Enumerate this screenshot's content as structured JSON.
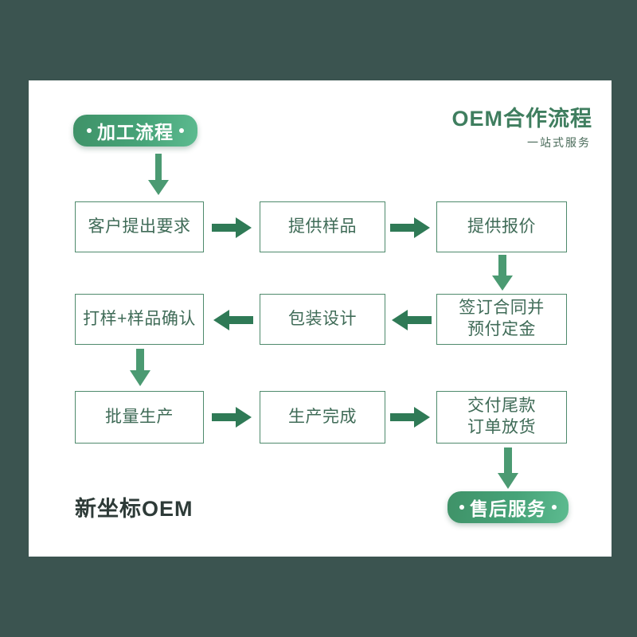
{
  "theme": {
    "background": "#3b5450",
    "card_background": "#ffffff",
    "accent_green": "#4e8a6c",
    "title_green": "#3f7e5f",
    "box_text": "#3f6b57",
    "pill_gradient_from": "#3f9268",
    "pill_gradient_to": "#5dbb90",
    "footer_text": "#2e3b38"
  },
  "header": {
    "title": "OEM合作流程",
    "subtitle": "一站式服务"
  },
  "pills": {
    "start": "加工流程",
    "end": "售后服务"
  },
  "footer": {
    "brand": "新坐标OEM"
  },
  "flow": {
    "rows": [
      {
        "direction": "right",
        "steps": [
          {
            "id": "step-1",
            "label": "客户提出要求"
          },
          {
            "id": "step-2",
            "label": "提供样品"
          },
          {
            "id": "step-3",
            "label": "提供报价"
          }
        ]
      },
      {
        "direction": "left",
        "steps": [
          {
            "id": "step-6",
            "label": "打样+样品确认"
          },
          {
            "id": "step-5",
            "label": "包装设计"
          },
          {
            "id": "step-4",
            "label": "签订合同并\n预付定金"
          }
        ]
      },
      {
        "direction": "right",
        "steps": [
          {
            "id": "step-7",
            "label": "批量生产"
          },
          {
            "id": "step-8",
            "label": "生产完成"
          },
          {
            "id": "step-9",
            "label": "交付尾款\n订单放货"
          }
        ]
      }
    ],
    "connectors": [
      {
        "id": "connector-start-to-step1",
        "type": "arrow-down"
      },
      {
        "id": "connector-step1-to-step2",
        "type": "arrow-right"
      },
      {
        "id": "connector-step2-to-step3",
        "type": "arrow-right"
      },
      {
        "id": "connector-step3-to-step4",
        "type": "arrow-down"
      },
      {
        "id": "connector-step4-to-step5",
        "type": "arrow-left"
      },
      {
        "id": "connector-step5-to-step6",
        "type": "arrow-left"
      },
      {
        "id": "connector-step6-to-step7",
        "type": "arrow-down"
      },
      {
        "id": "connector-step7-to-step8",
        "type": "arrow-right"
      },
      {
        "id": "connector-step8-to-step9",
        "type": "arrow-right"
      },
      {
        "id": "connector-step9-to-end",
        "type": "arrow-down"
      }
    ]
  }
}
